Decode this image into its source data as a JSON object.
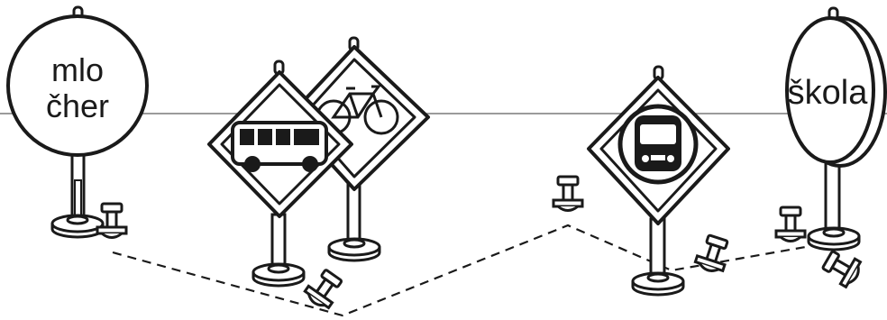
{
  "signs": {
    "mlocher": {
      "line1": "mlo",
      "line2": "čher"
    },
    "skola": {
      "label": "škola"
    }
  },
  "pictograms": {
    "bus": "bus-icon",
    "bicycle": "bicycle-icon",
    "train": "train-icon"
  },
  "colors": {
    "stroke": "#1a1a1a",
    "fill": "#ffffff",
    "horizon": "#7a7a7a"
  }
}
